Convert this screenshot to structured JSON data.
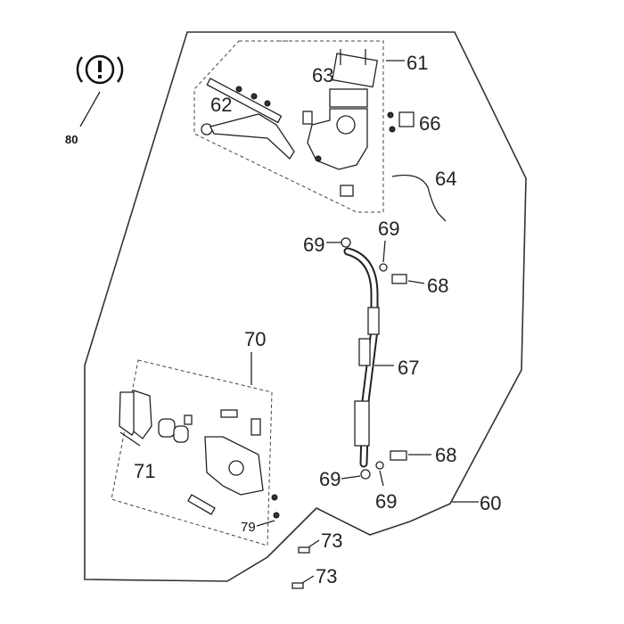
{
  "callouts": {
    "c60": "60",
    "c61": "61",
    "c62": "62",
    "c63": "63",
    "c64": "64",
    "c66": "66",
    "c67": "67",
    "c68a": "68",
    "c68b": "68",
    "c69a": "69",
    "c69b": "69",
    "c69c": "69",
    "c69d": "69",
    "c70": "70",
    "c71": "71",
    "c73a": "73",
    "c73b": "73",
    "c79": "79",
    "c80": "80"
  },
  "icons": {
    "warning": "brake-warning-icon"
  }
}
